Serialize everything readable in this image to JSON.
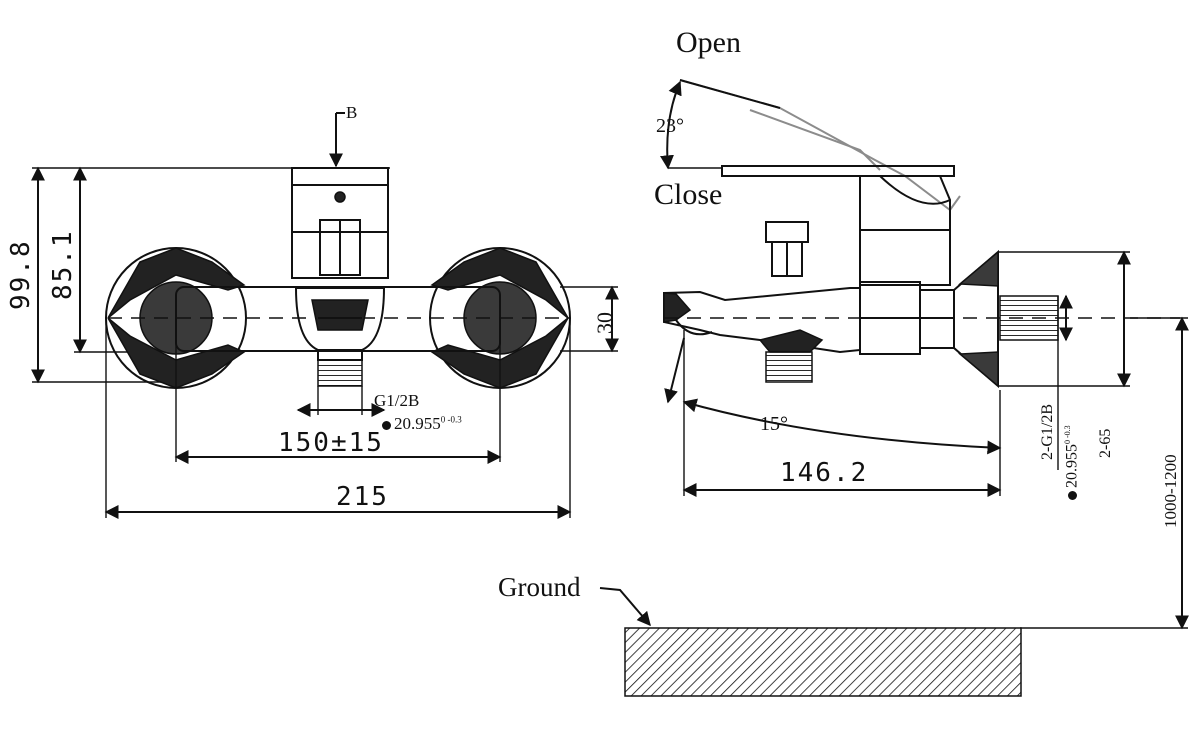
{
  "front_view": {
    "section_marker": "B",
    "dim_height_outer": "99.8",
    "dim_height_inner": "85.1",
    "dim_body_height": "30",
    "dim_inlet_thread": "G1/2B",
    "dim_inlet_diameter": "20.955",
    "dim_inlet_tolerance": "0 -0.3",
    "dim_centers": "150±15",
    "dim_total_width": "215"
  },
  "side_view": {
    "label_open": "Open",
    "label_close": "Close",
    "dim_lever_angle": "23°",
    "dim_spout_angle": "15°",
    "dim_depth": "146.2",
    "dim_wall_thread": "2-G1/2B",
    "dim_wall_diameter": "20.955",
    "dim_wall_tolerance": "0 -0.3",
    "dim_flange": "2-65",
    "dim_install_height": "1000-1200",
    "label_ground": "Ground"
  }
}
